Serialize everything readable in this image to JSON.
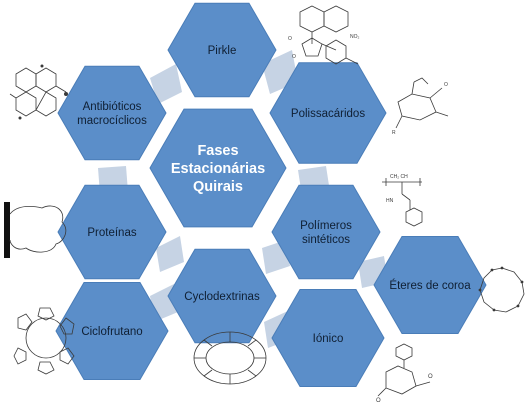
{
  "diagram": {
    "center": {
      "lines": [
        "Fases",
        "Estacionárias",
        "Quirais"
      ]
    },
    "nodes": [
      {
        "id": "pirkle",
        "lines": [
          "Pirkle"
        ]
      },
      {
        "id": "antibioticos",
        "lines": [
          "Antibióticos",
          "macrocíclicos"
        ]
      },
      {
        "id": "polissacaridos",
        "lines": [
          "Polissacáridos"
        ]
      },
      {
        "id": "proteinas",
        "lines": [
          "Proteínas"
        ]
      },
      {
        "id": "polimeros",
        "lines": [
          "Polímeros",
          "sintéticos"
        ]
      },
      {
        "id": "cyclodextrinas",
        "lines": [
          "Cyclodextrinas"
        ]
      },
      {
        "id": "eteres",
        "lines": [
          "Éteres de coroa"
        ]
      },
      {
        "id": "ciclofrutano",
        "lines": [
          "Ciclofrutano"
        ]
      },
      {
        "id": "ionico",
        "lines": [
          "Iónico"
        ]
      }
    ],
    "colors": {
      "hex_fill": "#5b8ec9",
      "hex_stroke": "#4a7db8",
      "connector": "#c6d3e4",
      "molecule": "#3a3a3a"
    }
  }
}
